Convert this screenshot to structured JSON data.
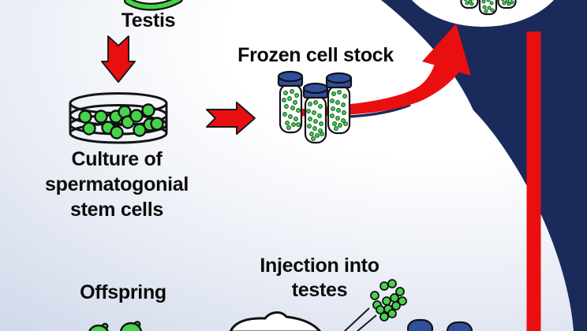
{
  "labels": {
    "testis": "Testis",
    "frozen_stock": "Frozen cell stock",
    "culture_lines": [
      "Culture of",
      "spermatogonial",
      "stem cells"
    ],
    "injection_lines": [
      "Injection into",
      "testes"
    ],
    "offspring": "Offspring"
  },
  "colors": {
    "navy": "#1a2a5a",
    "red": "#e90f10",
    "green": "#46d24a",
    "cap_blue": "#2e4f9b",
    "background_tint": "#c7d2e7",
    "text": "#0b0b0b",
    "inset_circle_fill": "#ffffff"
  },
  "icons": {
    "testis": "testis-organ-icon",
    "petri_dish": "petri-dish-icon",
    "arrow_down": "arrow-down-icon",
    "arrow_right": "arrow-right-icon",
    "curved_arrow": "curved-arrow-up-icon",
    "cryovials": "cryovial-icon",
    "inset_circle": "inset-circle",
    "timeline_bar": "vertical-red-bar",
    "recipient_mouse": "recipient-mouse-icon",
    "needle": "injection-needle-icon",
    "injected_cells": "injected-cells-icon",
    "testes": "testes-icon",
    "offspring_mice": "offspring-mouse-icon"
  }
}
